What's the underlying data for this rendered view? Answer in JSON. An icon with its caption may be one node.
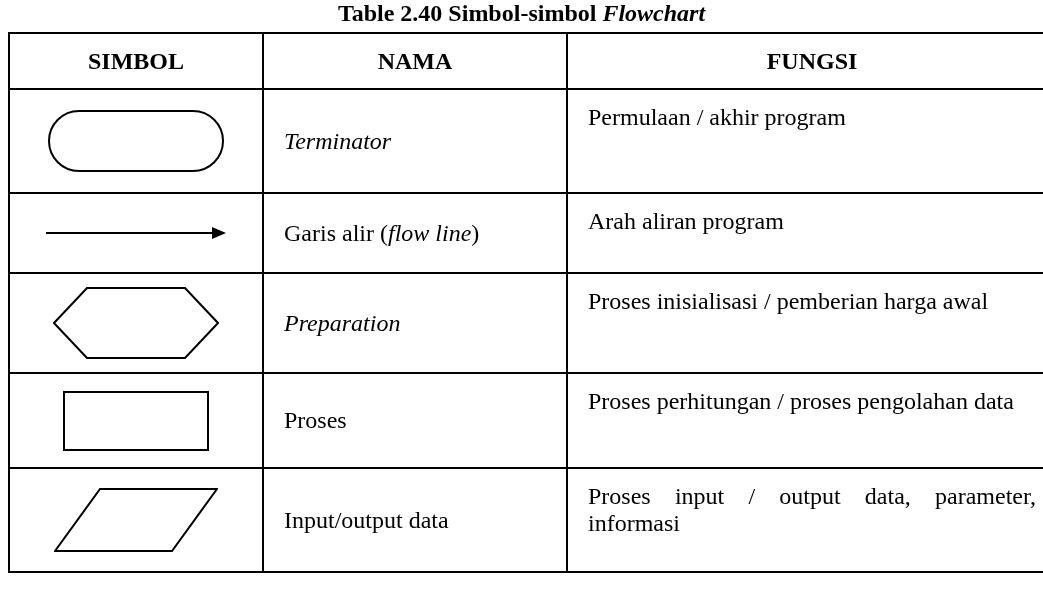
{
  "diagram": {
    "title": "Table 2.40 Simbol-simbol *Flowchart*",
    "labels": [
      "SIMBOL",
      "NAMA",
      "FUNGSI",
      "*Terminator*",
      "Permulaan / akhir program",
      "Garis alir (*flow line*)",
      "Arah aliran program",
      "*Preparation*",
      "Proses inisialisasi / pemberian harga awal",
      "Proses",
      "Proses perhitungan / proses pengolahan data",
      "Input/output data",
      "Proses input / output data, parameter, informasi"
    ]
  }
}
